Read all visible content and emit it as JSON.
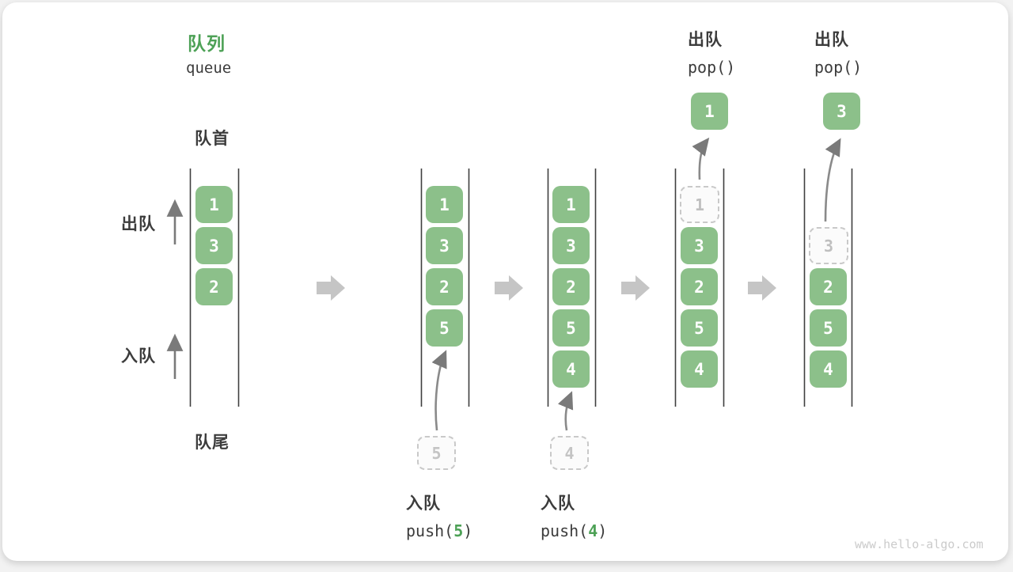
{
  "figure": {
    "title_zh": "队列",
    "title_en": "queue",
    "front_label": "队首",
    "rear_label": "队尾",
    "dequeue_label": "出队",
    "enqueue_label": "入队",
    "watermark": "www.hello-algo.com"
  },
  "colors": {
    "accent_green": "#4DA156",
    "box_green": "#8CC08A",
    "dark_text": "#3C3C3C",
    "block_arrow_gray": "#C5C5C5",
    "thin_arrow_gray": "#7A7A7A",
    "dashed_gray": "#C9C9C9"
  },
  "states": [
    {
      "name": "queue-initial",
      "boxes": [
        {
          "value": "1"
        },
        {
          "value": "3"
        },
        {
          "value": "2"
        }
      ]
    },
    {
      "name": "queue-after-push-5",
      "boxes": [
        {
          "value": "1"
        },
        {
          "value": "3"
        },
        {
          "value": "2"
        },
        {
          "value": "5"
        }
      ],
      "staging": {
        "value": "5"
      },
      "op": {
        "label": "入队",
        "code_fn": "push(",
        "arg": "5",
        "code_close": ")"
      }
    },
    {
      "name": "queue-after-push-4",
      "boxes": [
        {
          "value": "1"
        },
        {
          "value": "3"
        },
        {
          "value": "2"
        },
        {
          "value": "5"
        },
        {
          "value": "4"
        }
      ],
      "staging": {
        "value": "4"
      },
      "op": {
        "label": "入队",
        "code_fn": "push(",
        "arg": "4",
        "code_close": ")"
      }
    },
    {
      "name": "queue-after-pop-1",
      "ghost": {
        "value": "1"
      },
      "boxes": [
        {
          "value": "3"
        },
        {
          "value": "2"
        },
        {
          "value": "5"
        },
        {
          "value": "4"
        }
      ],
      "popped": {
        "value": "1"
      },
      "op": {
        "label": "出队",
        "code": "pop()"
      }
    },
    {
      "name": "queue-after-pop-3",
      "ghost": {
        "value": "3"
      },
      "boxes": [
        {
          "value": "2"
        },
        {
          "value": "5"
        },
        {
          "value": "4"
        }
      ],
      "popped": {
        "value": "3"
      },
      "op": {
        "label": "出队",
        "code": "pop()"
      }
    }
  ]
}
